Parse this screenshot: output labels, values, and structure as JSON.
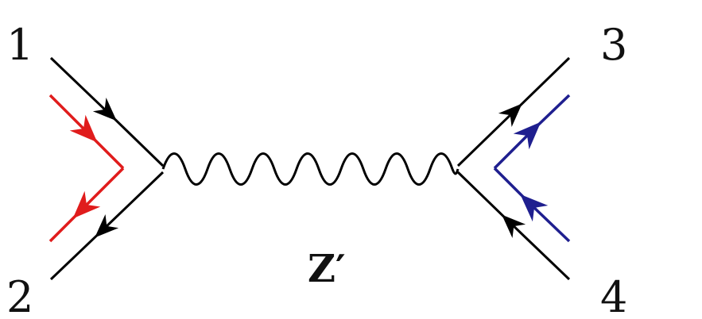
{
  "diagram": {
    "labels": {
      "leg1": "1",
      "leg2": "2",
      "leg3": "3",
      "leg4": "4",
      "mediator": "Z′"
    },
    "colors": {
      "fermion": "#000000",
      "left_flow": "#e01c1c",
      "right_flow": "#1f1f8f",
      "propagator": "#000000"
    }
  }
}
